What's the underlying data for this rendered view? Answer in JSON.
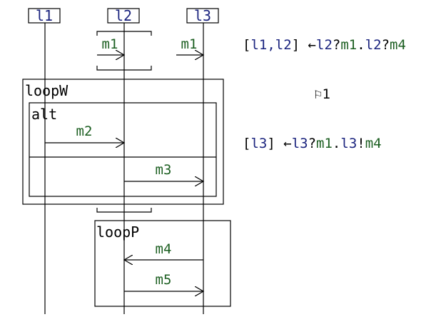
{
  "lifelines": [
    {
      "id": "l1",
      "label": "l1"
    },
    {
      "id": "l2",
      "label": "l2"
    },
    {
      "id": "l3",
      "label": "l3"
    }
  ],
  "frames": {
    "loopW": {
      "label": "loopW"
    },
    "alt": {
      "label": "alt"
    },
    "loopP": {
      "label": "loopP"
    }
  },
  "messages": [
    {
      "id": "m1a",
      "label": "m1",
      "from": "gate",
      "to": "l2"
    },
    {
      "id": "m1b",
      "label": "m1",
      "from": "gate",
      "to": "l3"
    },
    {
      "id": "m2",
      "label": "m2",
      "from": "l1",
      "to": "l2"
    },
    {
      "id": "m3",
      "label": "m3",
      "from": "l2",
      "to": "l3"
    },
    {
      "id": "m4",
      "label": "m4",
      "from": "l3",
      "to": "l2"
    },
    {
      "id": "m5",
      "label": "m5",
      "from": "l2",
      "to": "l3"
    }
  ],
  "side_panel": {
    "line1": {
      "open": "[",
      "lifelines": "l1,l2",
      "close": "]",
      "arrow": " ←",
      "t1_life": "l2",
      "t1_op": "?",
      "t1_msg": "m1",
      "dot": ".",
      "t2_life": "l2",
      "t2_op": "?",
      "t2_msg": "m4"
    },
    "line2": {
      "flag": "⚐",
      "count": "1"
    },
    "line3": {
      "open": "[",
      "lifelines": "l3",
      "close": "]",
      "arrow": " ←",
      "t1_life": "l3",
      "t1_op": "?",
      "t1_msg": "m1",
      "dot": ".",
      "t2_life": "l3",
      "t2_op": "!",
      "t2_msg": "m4"
    }
  },
  "colors": {
    "lifeline_text": "#1a237e",
    "message_text": "#1b5e20",
    "lines": "#000000"
  }
}
